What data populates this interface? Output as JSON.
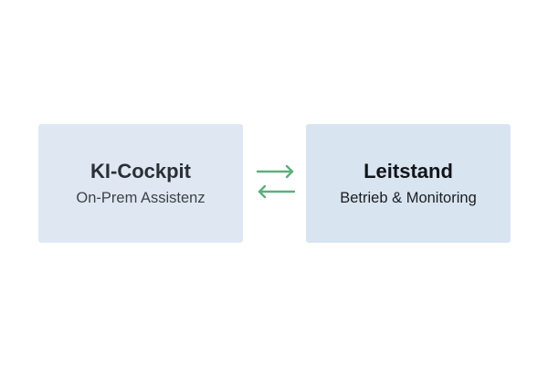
{
  "diagram": {
    "accent_color": "#5cb07a",
    "left_node": {
      "title": "KI-Cockpit",
      "subtitle": "On-Prem Assistenz",
      "fill": "#dfe8f2"
    },
    "right_node": {
      "title": "Leitstand",
      "subtitle": "Betrieb & Monitoring",
      "fill": "#d8e4f0"
    },
    "connector": {
      "type": "bidirectional-arrows",
      "icon_top": "arrow-right-icon",
      "icon_bottom": "arrow-left-icon"
    }
  }
}
